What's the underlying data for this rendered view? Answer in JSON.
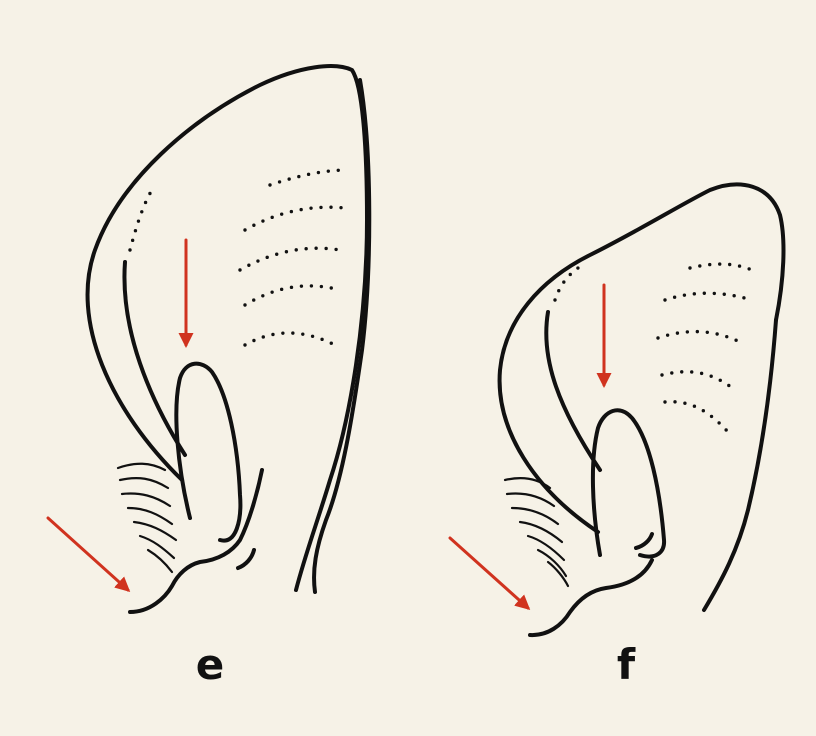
{
  "figures": [
    {
      "id": "e",
      "label": "e"
    },
    {
      "id": "f",
      "label": "f"
    }
  ],
  "colors": {
    "background": "#f6f2e7",
    "ink": "#111111",
    "arrow": "#d0331f"
  }
}
